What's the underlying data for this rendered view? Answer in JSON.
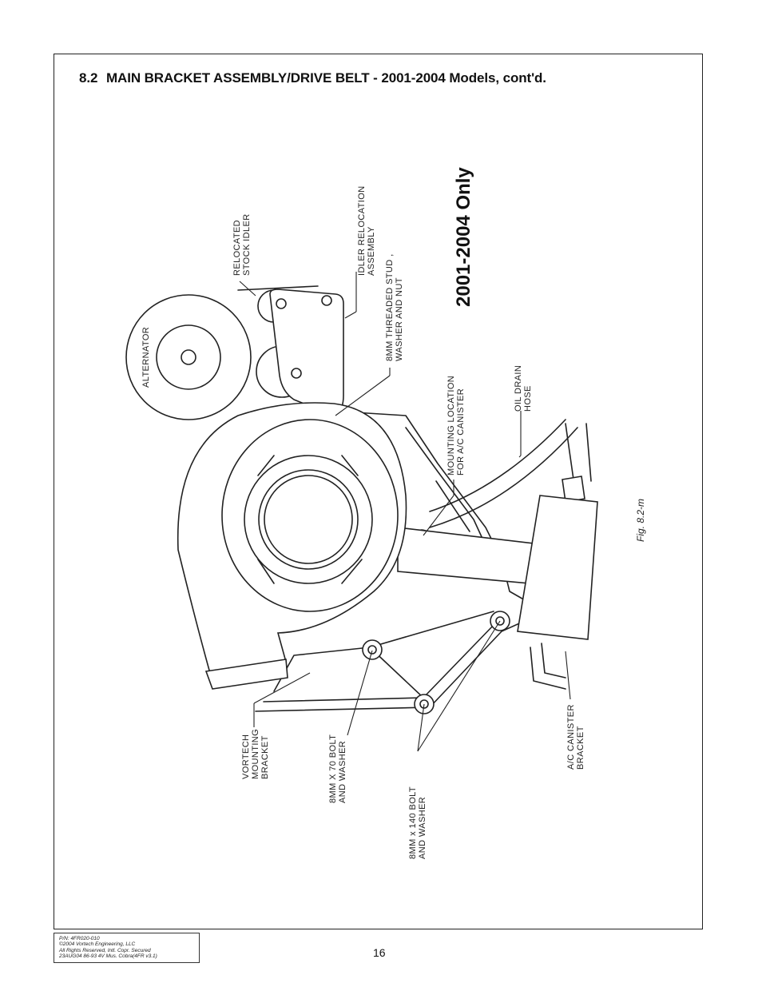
{
  "section": {
    "number": "8.2",
    "title": "MAIN BRACKET ASSEMBLY/DRIVE BELT - 2001-2004 Models, cont'd."
  },
  "figure": {
    "banner": "2001-2004 Only",
    "caption": "Fig. 8.2-m",
    "labels": {
      "alternator": [
        "ALTERNATOR"
      ],
      "relocated_idler": [
        "RELOCATED",
        "STOCK IDLER"
      ],
      "idler_relocation": [
        "IDLER RELOCATION",
        "ASSEMBLY"
      ],
      "threaded_stud": [
        "8MM THREADED STUD ,",
        "WASHER AND NUT"
      ],
      "mounting_location": [
        "MOUNTING LOCATION",
        "FOR A/C CANISTER"
      ],
      "oil_drain": [
        "OIL DRAIN",
        "HOSE"
      ],
      "vortech_bracket": [
        "VORTECH",
        "MOUNTING",
        "BRACKET"
      ],
      "bolt_70": [
        "8MM X 70 BOLT",
        "AND WASHER"
      ],
      "bolt_140": [
        "8MM x 140 BOLT",
        "AND WASHER"
      ],
      "ac_bracket": [
        "A/C CANISTER",
        "BRACKET"
      ]
    }
  },
  "footer": {
    "lines": [
      "P/N: 4FR020-010",
      "©2004 Vortech Engineering, LLC",
      "All Rights Reserved, Intl. Copr. Secured",
      "23AUG04 86-93 4V Mus. Cobra(4FR v3.1)"
    ],
    "page_number": "16"
  }
}
